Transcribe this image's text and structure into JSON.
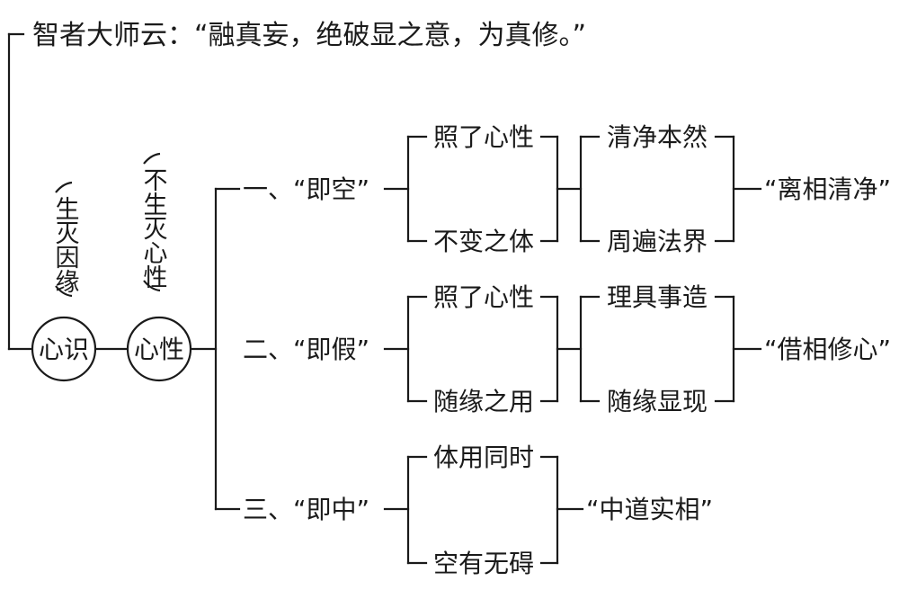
{
  "header_quote": "智者大师云：“融真妄，绝破显之意，为真修。”",
  "left_column": {
    "note_shengmie": "生灭因缘",
    "note_busheng": "不生灭心性",
    "node_xinshi": "心识",
    "node_xinxing": "心性"
  },
  "branches": [
    {
      "prefix": "一、",
      "term": "“即空”",
      "sub_top": "照了心性",
      "sub_bottom": "不变之体",
      "mid_top": "清净本然",
      "mid_bottom": "周遍法界",
      "result": "“离相清净”"
    },
    {
      "prefix": "二、",
      "term": "“即假”",
      "sub_top": "照了心性",
      "sub_bottom": "随缘之用",
      "mid_top": "理具事造",
      "mid_bottom": "随缘显现",
      "result": "“借相修心”"
    },
    {
      "prefix": "三、",
      "term": "“即中”",
      "sub_top": "体用同时",
      "sub_bottom": "空有无碍",
      "result": "“中道实相”"
    }
  ]
}
